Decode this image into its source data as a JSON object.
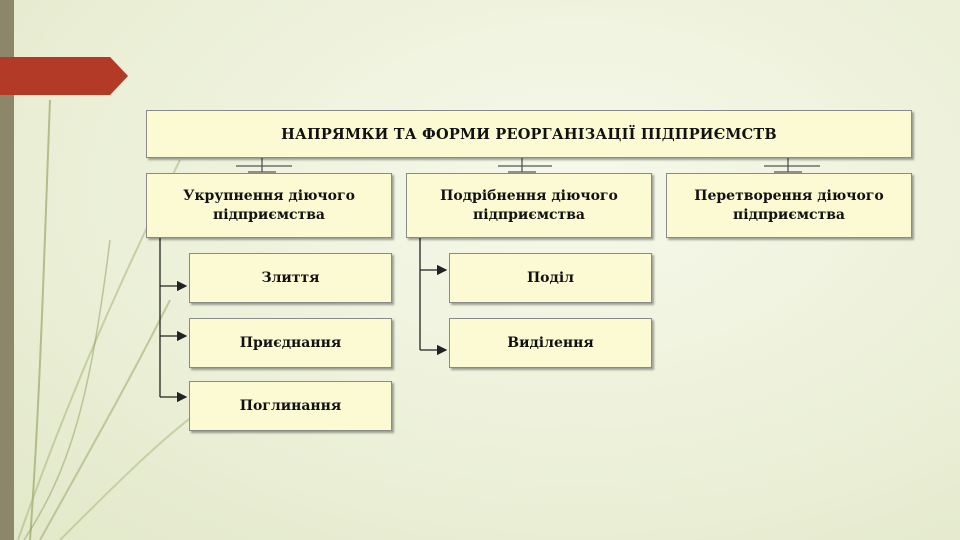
{
  "title": "НАПРЯМКИ ТА ФОРМИ РЕОРГАНІЗАЦІЇ ПІДПРИЄМСТВ",
  "directions": [
    {
      "label": "Укрупнення діючого підприємства",
      "forms": [
        "Злиття",
        "Приєднання",
        "Поглинання"
      ]
    },
    {
      "label": "Подрібнення діючого підприємства",
      "forms": [
        "Поділ",
        "Виділення"
      ]
    },
    {
      "label": "Перетворення діючого підприємства",
      "forms": []
    }
  ],
  "colors": {
    "box_fill": "#fbfad3",
    "accent": "#b23a26",
    "side_bar": "#8c866a"
  }
}
